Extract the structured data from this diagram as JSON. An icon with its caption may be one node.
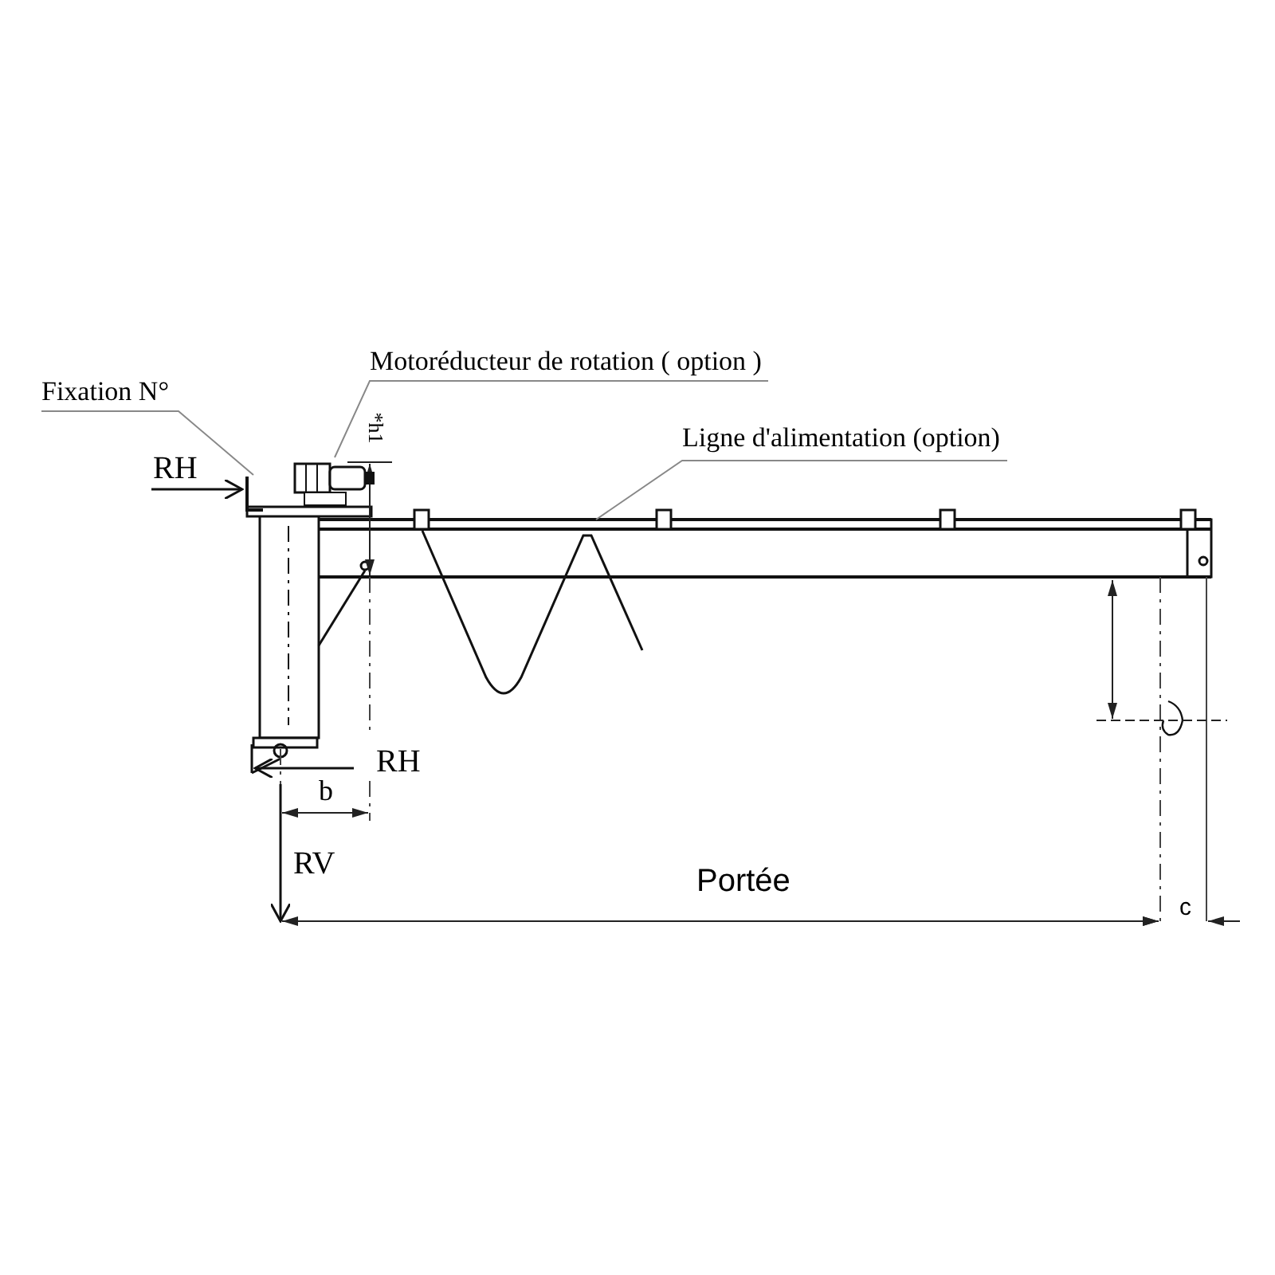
{
  "diagram": {
    "nodes": [
      {
        "text": [
          "Fixation N°"
        ]
      },
      {
        "text": [],
        "shape": "picture"
      },
      {
        "text": [
          "Motoréducteur de rotation ( option )"
        ]
      },
      {
        "text": [],
        "shape": "picture"
      },
      {
        "text": [
          "Ligne d'alimentation (option)"
        ]
      }
    ],
    "edges": [
      {
        "from": 0,
        "to": 1,
        "arrow": "none"
      },
      {
        "from": 2,
        "to": 3,
        "arrow": "none"
      },
      {
        "from": 4,
        "to": null,
        "arrow": "none"
      }
    ],
    "labels": [
      "*h1",
      "RH",
      "RH",
      "b",
      "RV",
      "Portée",
      "c"
    ]
  }
}
